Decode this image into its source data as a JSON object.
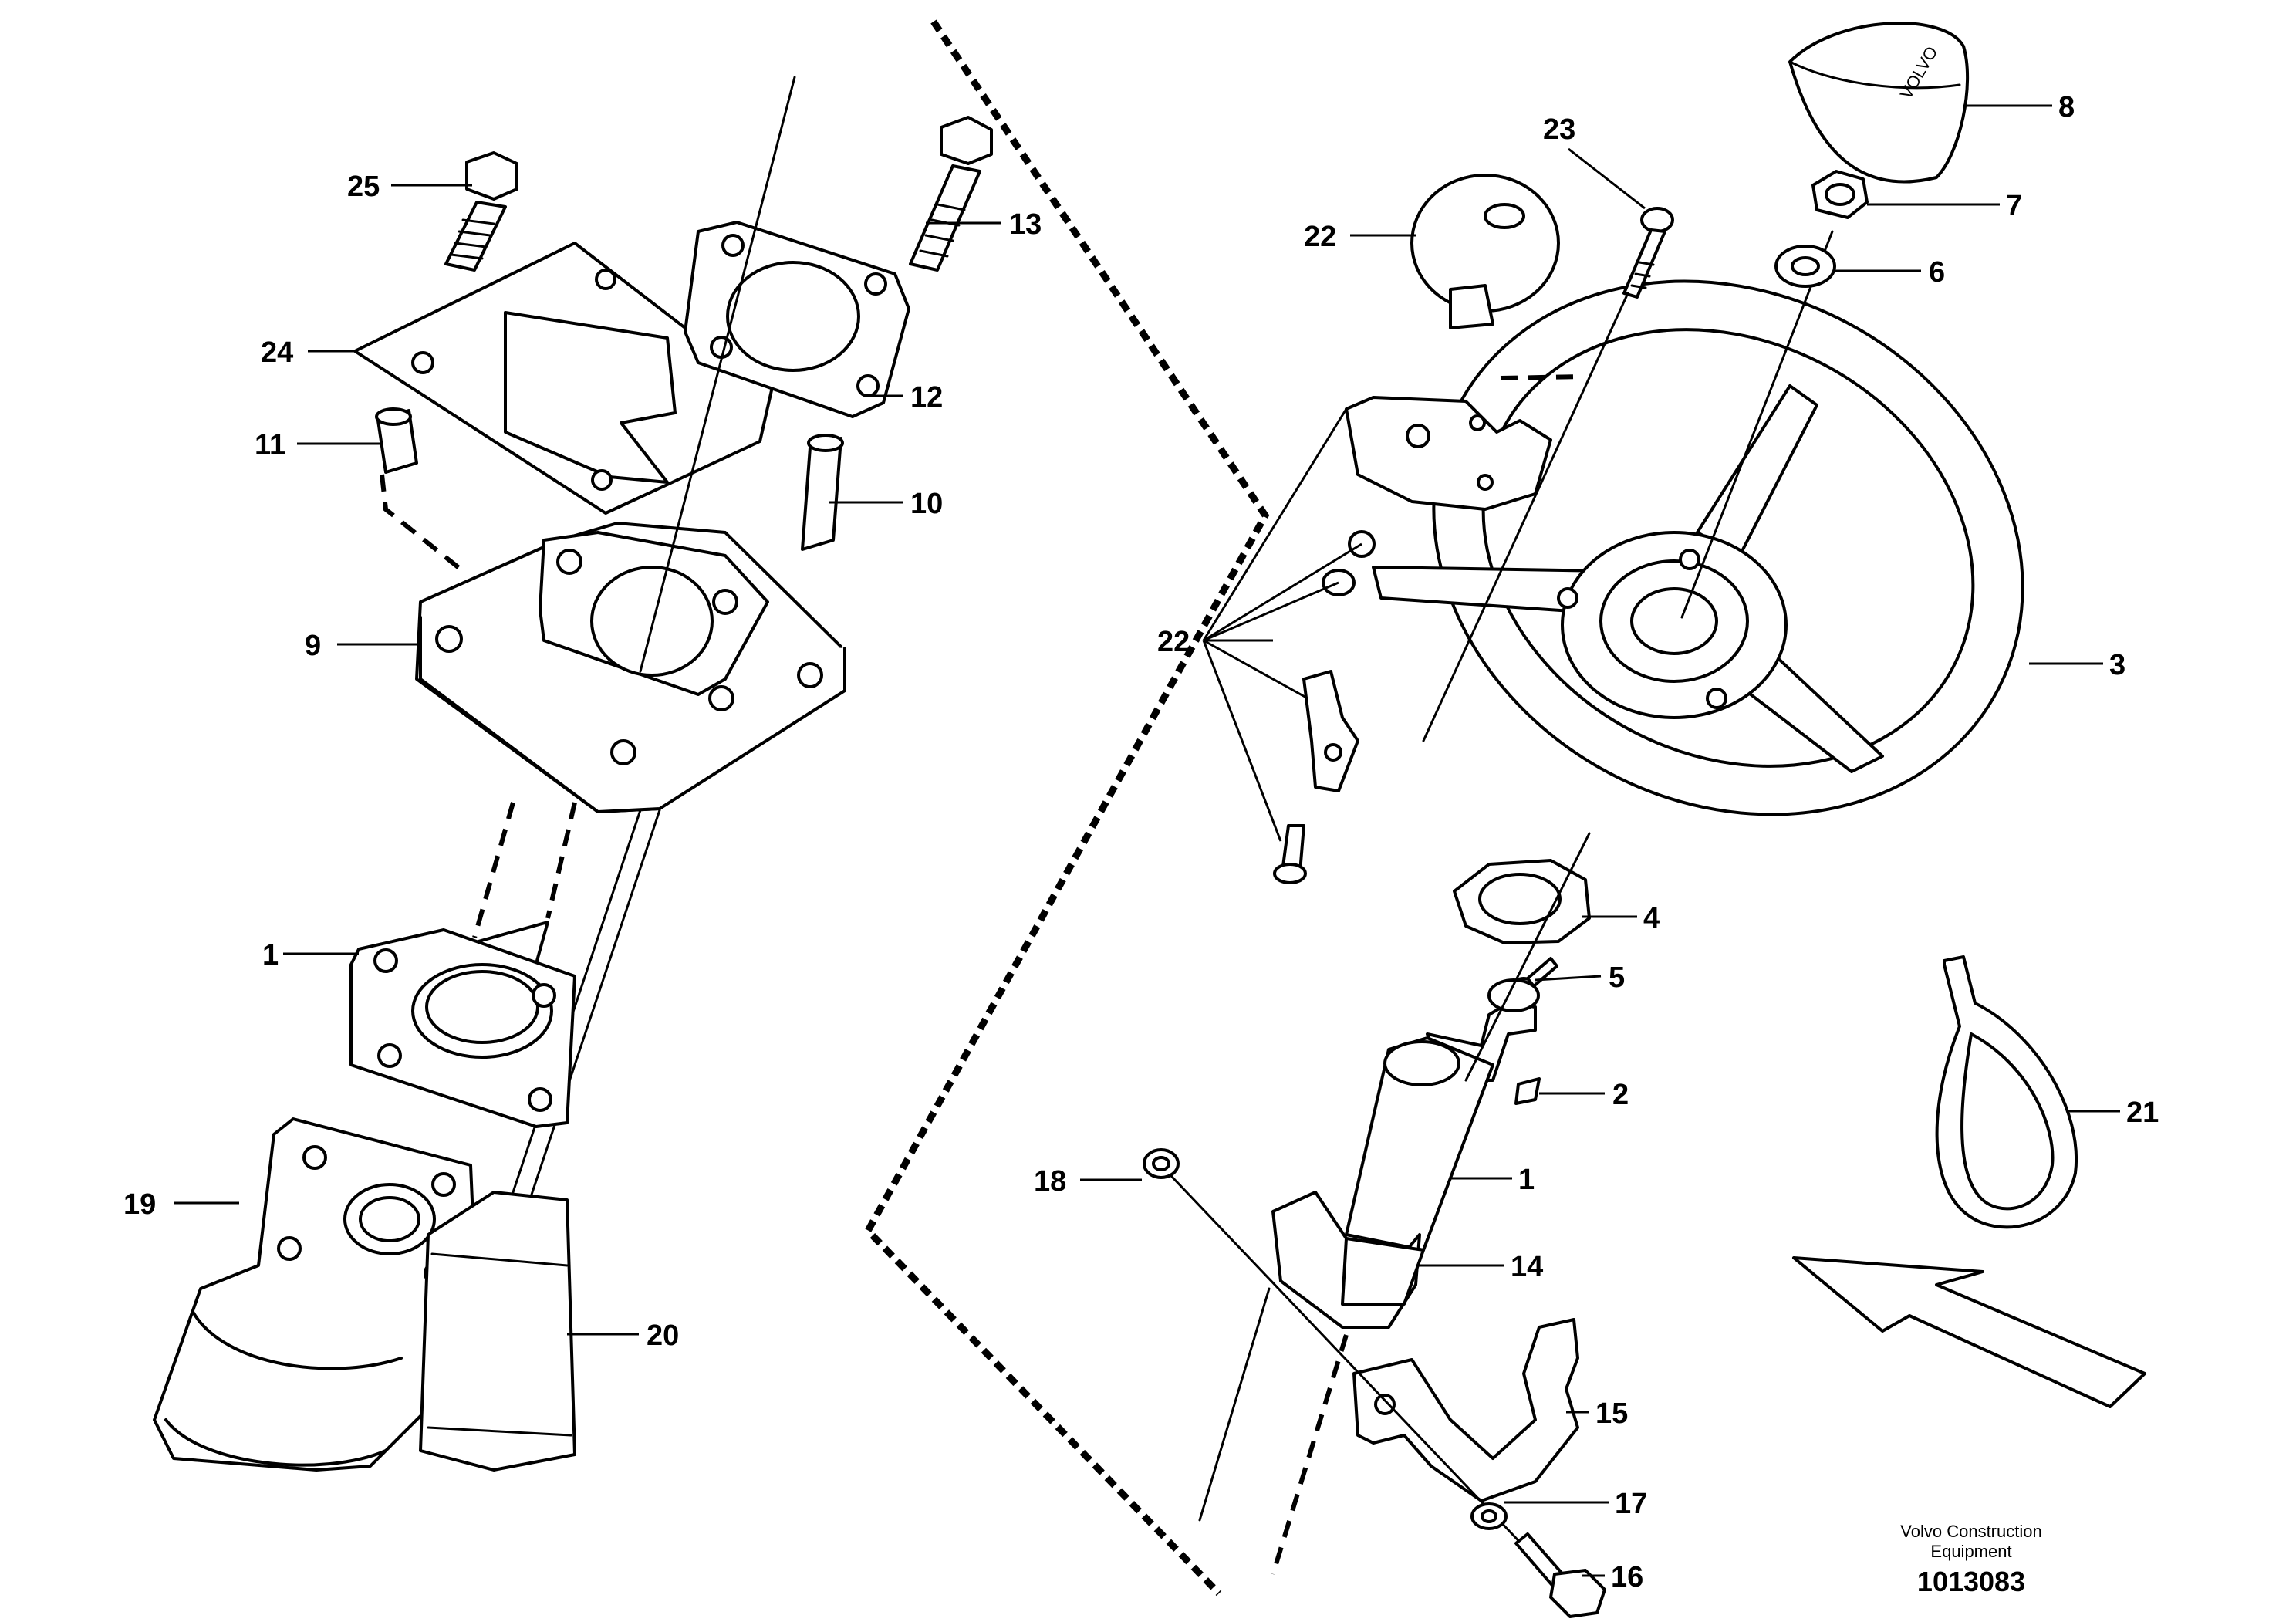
{
  "labels": {
    "l1a": "1",
    "l1b": "1",
    "l2": "2",
    "l3": "3",
    "l4": "4",
    "l5": "5",
    "l6": "6",
    "l7": "7",
    "l8": "8",
    "l9": "9",
    "l10": "10",
    "l11": "11",
    "l12": "12",
    "l13": "13",
    "l14": "14",
    "l15": "15",
    "l16": "16",
    "l17": "17",
    "l18": "18",
    "l19": "19",
    "l20": "20",
    "l21": "21",
    "l22a": "22",
    "l22b": "22",
    "l23": "23",
    "l24": "24",
    "l25": "25"
  },
  "cap_text": "VOLVO",
  "footer": {
    "brand_line1": "Volvo Construction",
    "brand_line2": "Equipment",
    "code": "1013083"
  }
}
